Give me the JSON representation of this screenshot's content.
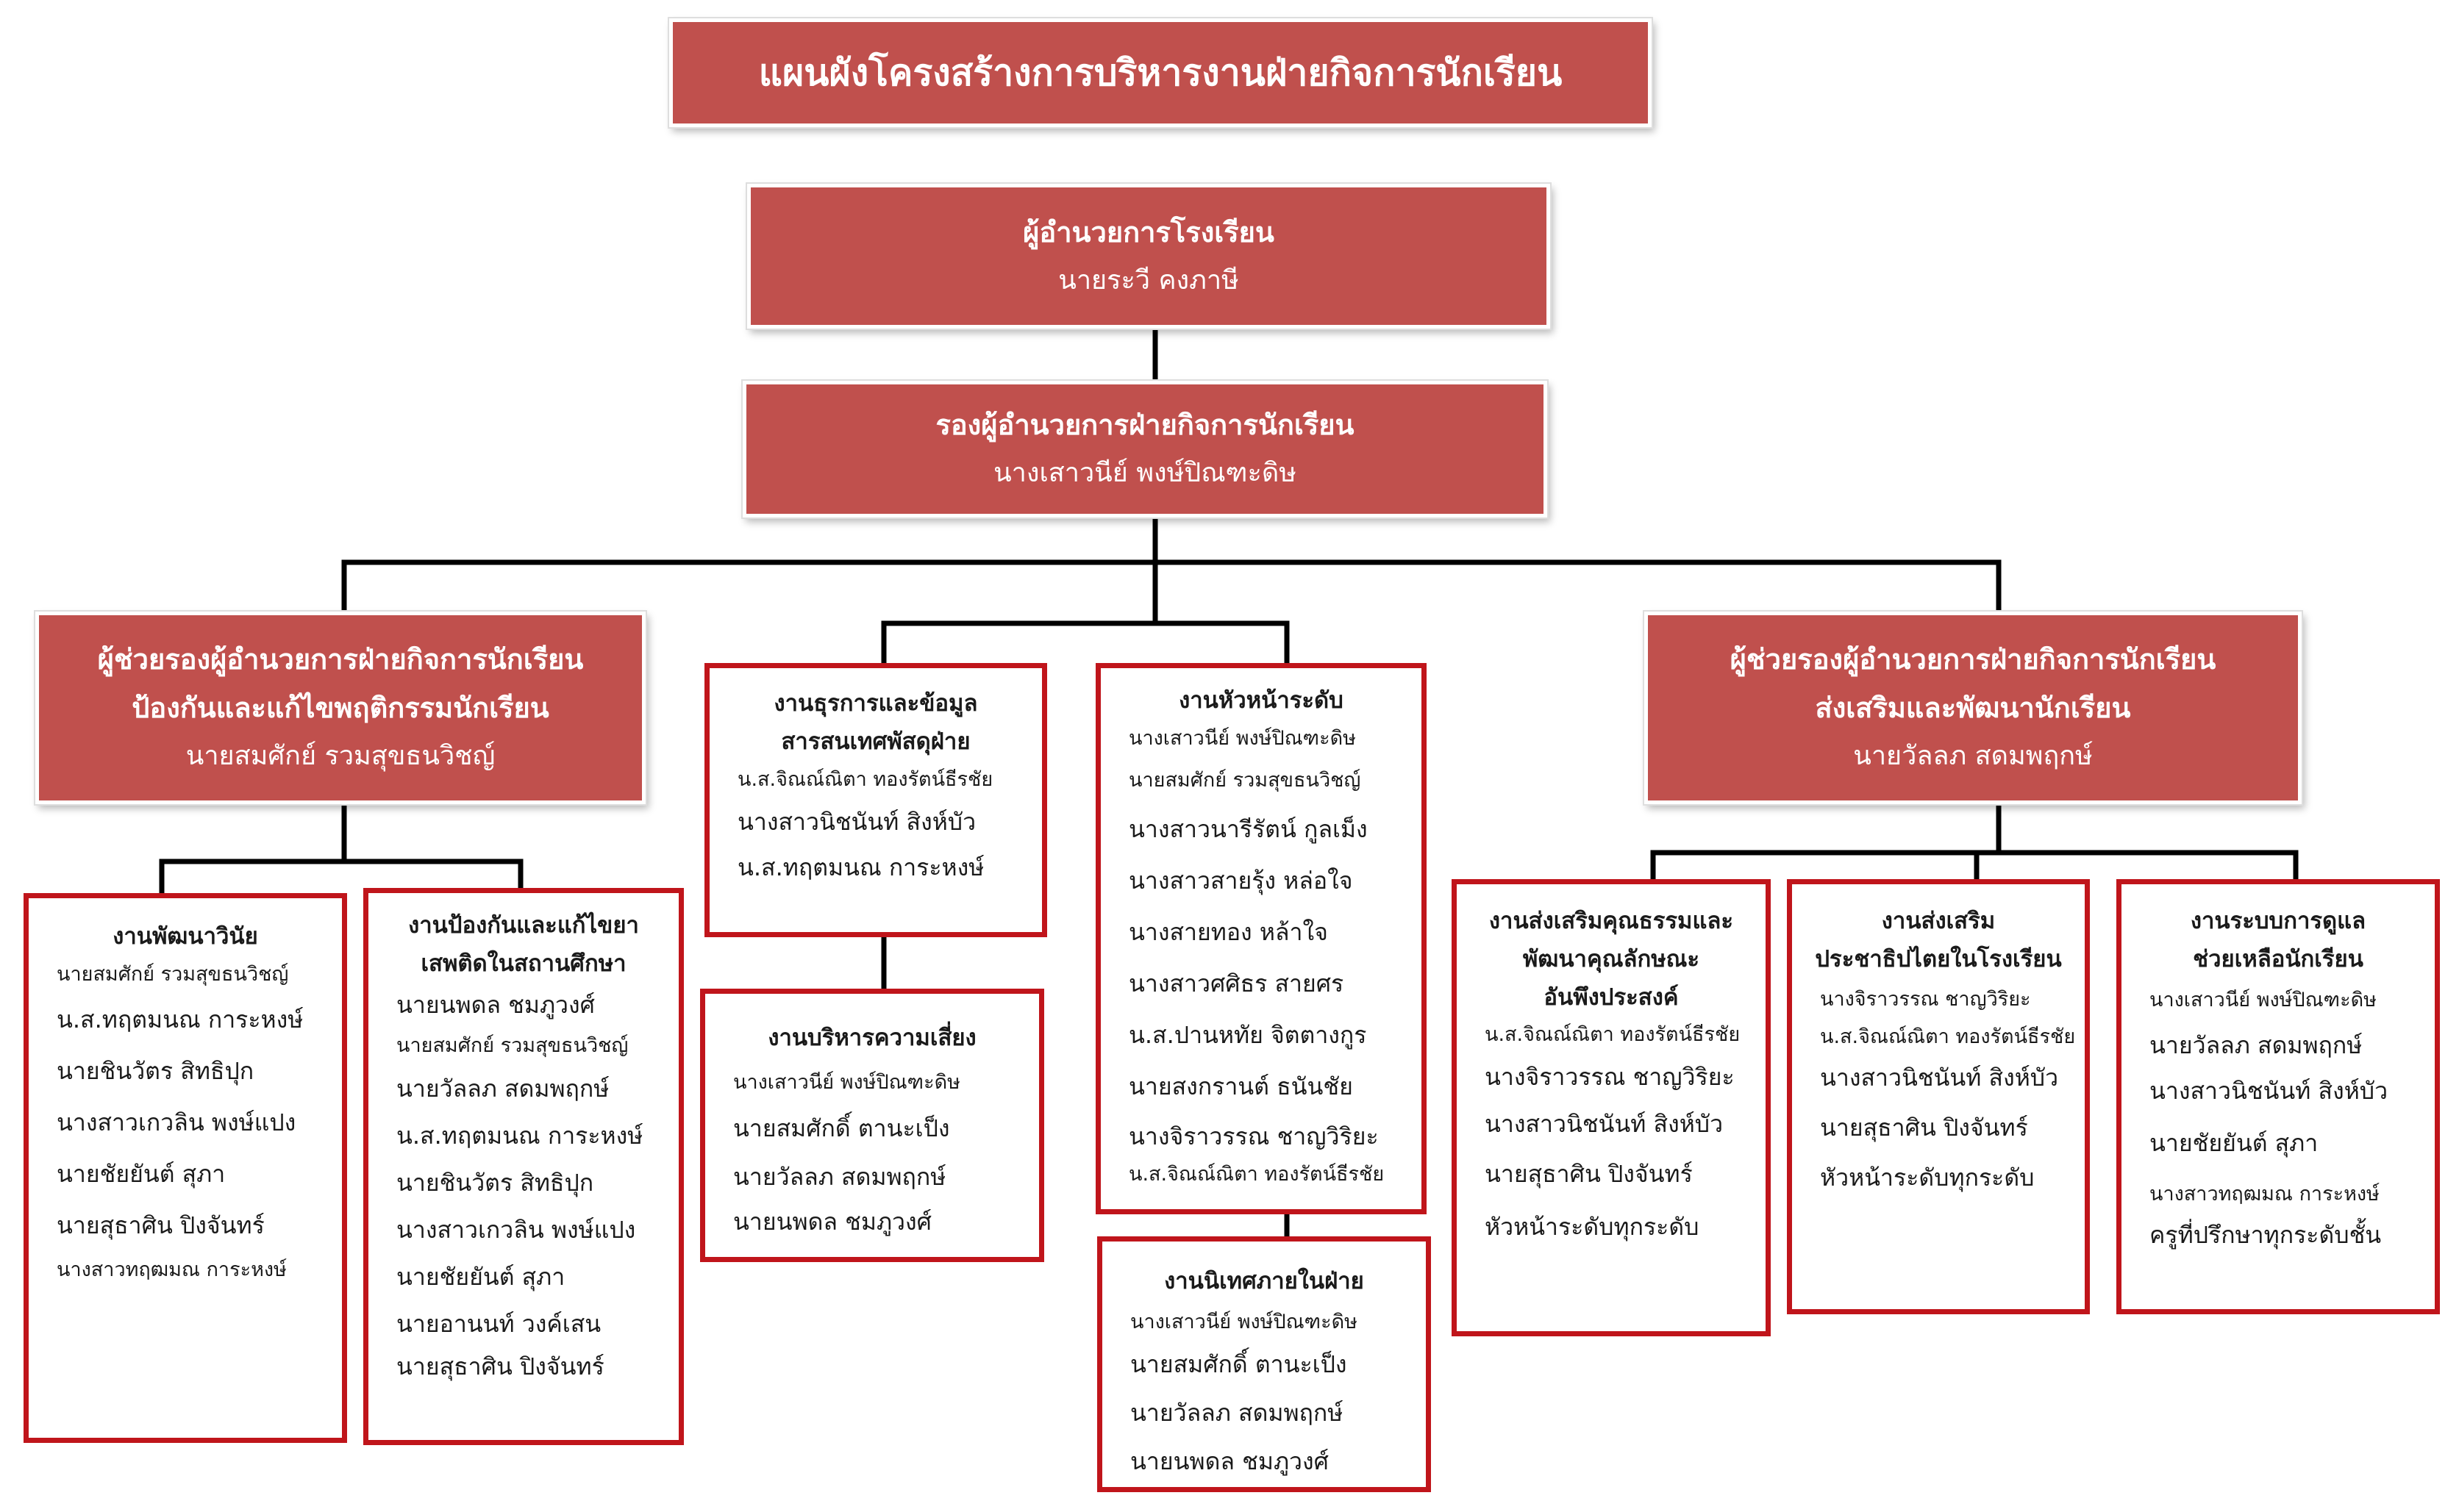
{
  "title": "แผนผังโครงสร้างการบริหารงานฝ่ายกิจการนักเรียน",
  "director": {
    "position": "ผู้อำนวยการโรงเรียน",
    "name": "นายระวี   คงภาษี"
  },
  "deputy": {
    "position": "รองผู้อำนวยการฝ่ายกิจการนักเรียน",
    "name": "นางเสาวนีย์  พงษ์ปิณฑะดิษ"
  },
  "assistant_left": {
    "position_line1": "ผู้ช่วยรองผู้อำนวยการฝ่ายกิจการนักเรียน",
    "position_line2": "ป้องกันและแก้ไขพฤติกรรมนักเรียน",
    "name": "นายสมศักย์  รวมสุขธนวิชญ์"
  },
  "assistant_right": {
    "position_line1": "ผู้ช่วยรองผู้อำนวยการฝ่ายกิจการนักเรียน",
    "position_line2": "ส่งเสริมและพัฒนานักเรียน",
    "name": "นายวัลลภ  สดมพฤกษ์"
  },
  "units": {
    "discipline": {
      "head": [
        "งานพัฒนาวินัย"
      ],
      "members": [
        "นายสมศักย์  รวมสุขธนวิชญ์",
        "น.ส.ทฤตมนณ  การะหงษ์",
        "นายชินวัตร  สิทธิปุก",
        "นางสาวเกวลิน  พงษ์แปง",
        "นายชัยยันต์  สุภา",
        "นายสุธาศิน  ปิงจันทร์",
        "นางสาวทฤฒมณ การะหงษ์"
      ]
    },
    "drugs": {
      "head": [
        "งานป้องกันและแก้ไขยา",
        "เสพติดในสถานศึกษา"
      ],
      "members": [
        "นายนพดล     ชมภูวงศ์",
        "นายสมศักย์  รวมสุขธนวิชญ์",
        "นายวัลลภ  สดมพฤกษ์",
        "น.ส.ทฤตมนณ  การะหงษ์",
        "นายชินวัตร  สิทธิปุก",
        "นางสาวเกวลิน พงษ์แปง",
        "นายชัยยันต์  สุภา",
        "นายอานนท์     วงค์เสน",
        "นายสุธาศิน  ปิงจันทร์"
      ]
    },
    "admin": {
      "head": [
        "งานธุรการและข้อมูล",
        "สารสนเทศพัสดุฝ่าย"
      ],
      "members": [
        "น.ส.จิณณ์ณิตา ทองรัตน์ธีรชัย",
        "นางสาวนิชนันท์ สิงห์บัว",
        "น.ส.ทฤตมนณ  การะหงษ์"
      ]
    },
    "risk": {
      "head": [
        "งานบริหารความเสี่ยง"
      ],
      "members": [
        "นางเสาวนีย์  พงษ์ปิณฑะดิษ",
        "นายสมศักดิ์   ตานะเป็ง",
        "นายวัลลภ  สดมพฤกษ์",
        "นายนพดล  ชมภูวงศ์"
      ]
    },
    "levelheads": {
      "head": [
        "งานหัวหน้าระดับ"
      ],
      "members": [
        "นางเสาวนีย์  พงษ์ปิณฑะดิษ",
        "นายสมศักย์ รวมสุขธนวิชญ์",
        "นางสาวนารีรัตน์  กูลเม็ง",
        "นางสาวสายรุ้ง หล่อใจ",
        "นางสายทอง  หล้าใจ",
        "นางสาวศศิธร  สายศร",
        "น.ส.ปานหทัย จิตตางกูร",
        "นายสงกรานต์ ธนันชัย",
        "นางจิราวรรณ ชาญวิริยะ",
        "น.ส.จิณณ์ณิตา ทองรัตน์ธีรชัย"
      ]
    },
    "supervision": {
      "head": [
        "งานนิเทศภายในฝ่าย"
      ],
      "members": [
        "นางเสาวนีย์  พงษ์ปิณฑะดิษ",
        "นายสมศักดิ์   ตานะเป็ง",
        "นายวัลลภ  สดมพฤกษ์",
        "นายนพดล  ชมภูวงศ์"
      ]
    },
    "morals": {
      "head": [
        "งานส่งเสริมคุณธรรมและ",
        "พัฒนาคุณลักษณะ",
        "อันพึงประสงค์"
      ],
      "members": [
        "น.ส.จิณณ์ณิตา ทองรัตน์ธีรชัย",
        "นางจิราวรรณ ชาญวิริยะ",
        "นางสาวนิชนันท์ สิงห์บัว",
        "นายสุธาศิน  ปิงจันทร์",
        "หัวหน้าระดับทุกระดับ"
      ]
    },
    "democracy": {
      "head": [
        "งานส่งเสริม",
        "ประชาธิปไตยในโรงเรียน"
      ],
      "members": [
        "นางจิราวรรณ ชาญวิริยะ",
        "น.ส.จิณณ์ณิตา ทองรัตน์ธีรชัย",
        "นางสาวนิชนันท์ สิงห์บัว",
        "นายสุธาศิน  ปิงจันทร์",
        "หัวหน้าระดับทุกระดับ"
      ]
    },
    "care": {
      "head": [
        "งานระบบการดูแล",
        "ช่วยเหลือนักเรียน"
      ],
      "members": [
        "นางเสาวนีย์  พงษ์ปิณฑะดิษ",
        "นายวัลลภ  สดมพฤกษ์",
        "นางสาวนิชนันท์ สิงห์บัว",
        "นายชัยยันต์  สุภา",
        "นางสาวทฤฒมณ  การะหงษ์",
        "ครูที่ปรึกษาทุกระดับชั้น"
      ]
    }
  },
  "colors": {
    "fill": "#c0504d",
    "outline": "#c0151b",
    "connector": "#000000"
  }
}
